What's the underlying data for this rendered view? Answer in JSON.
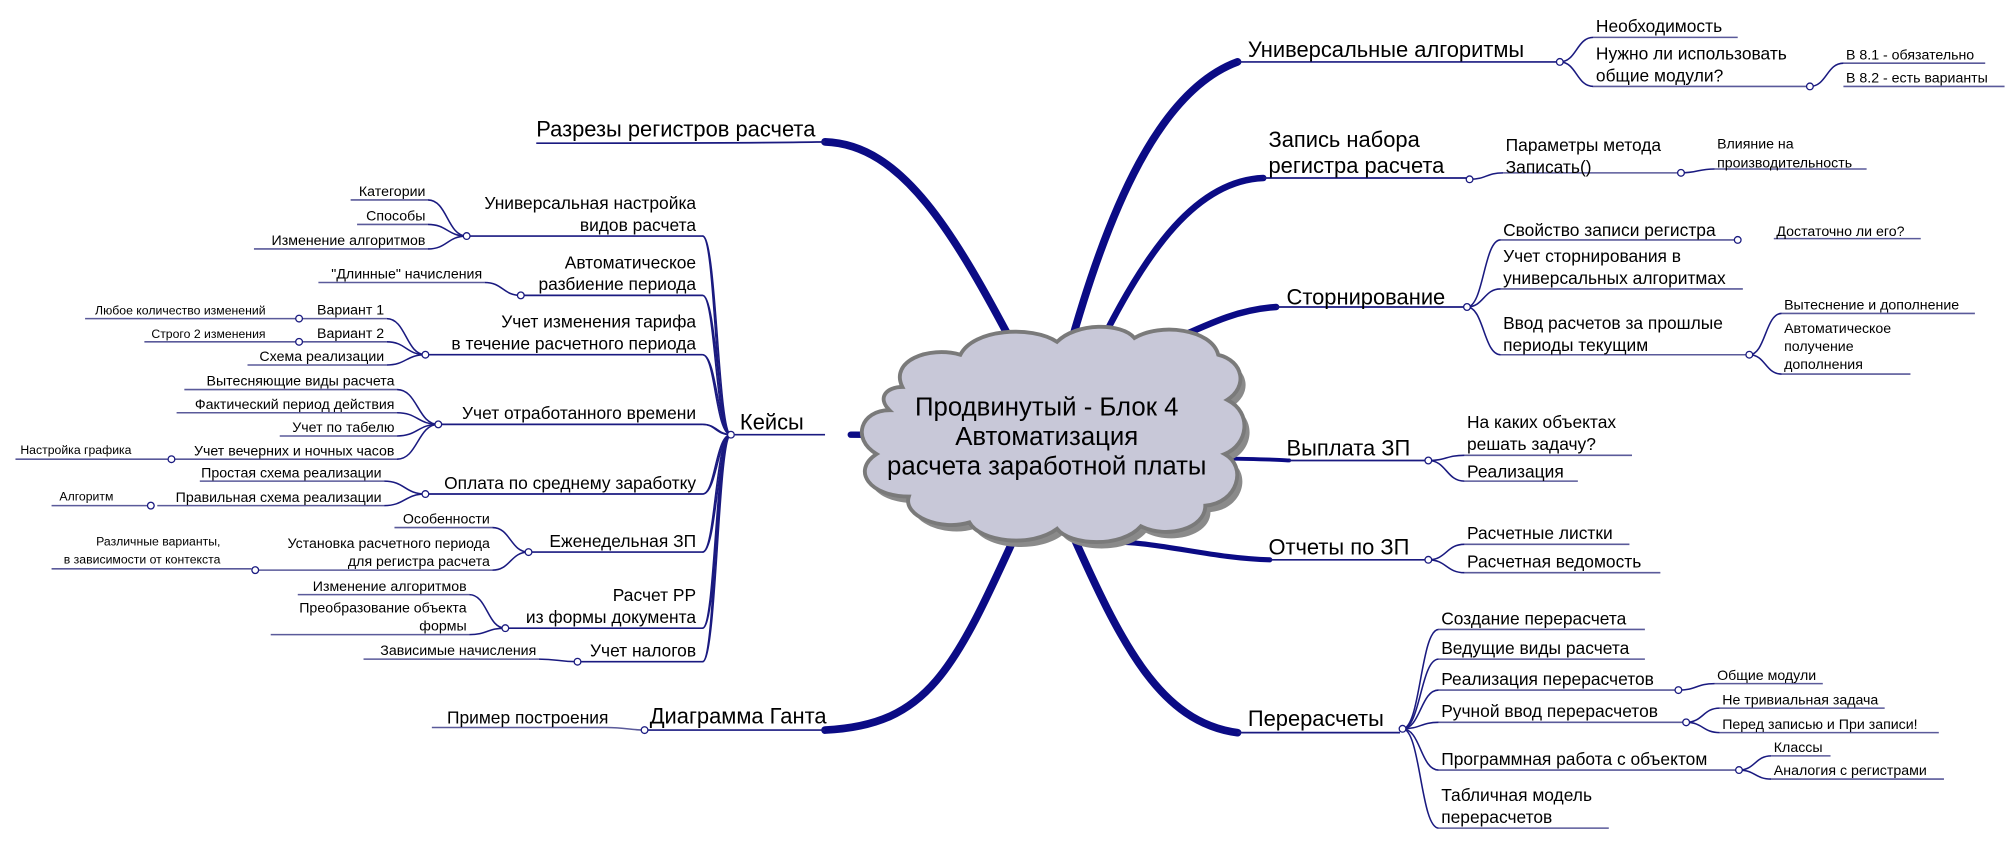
{
  "colors": {
    "branch": "#0b0b85",
    "cloud_fill": "#c8c8d8",
    "cloud_stroke": "#7a7a7a"
  },
  "center": {
    "lines": [
      "Продвинутый - Блок 4",
      "Автоматизация",
      "расчета заработной платы"
    ]
  },
  "left": {
    "razrezy": "Разрезы регистров расчета",
    "keisy": {
      "label": "Кейсы",
      "items": [
        {
          "label": [
            "Универсальная настройка",
            "видов расчета"
          ],
          "children": [
            "Категории",
            "Способы",
            "Изменение алгоритмов"
          ]
        },
        {
          "label": [
            "Автоматическое",
            "разбиение периода"
          ],
          "children": [
            "\"Длинные\" начисления"
          ]
        },
        {
          "label": [
            "Учет изменения тарифа",
            "в течение расчетного периода"
          ],
          "children": [
            "Вариант 1",
            "Вариант 2",
            "Схема реализации"
          ],
          "grand": [
            "Любое количество изменений",
            "Строго 2 изменения"
          ]
        },
        {
          "label": [
            "Учет отработанного времени"
          ],
          "children": [
            "Вытесняющие виды расчета",
            "Фактический период действия",
            "Учет по табелю",
            "Учет вечерних и ночных часов"
          ],
          "grand": [
            "Настройка графика"
          ]
        },
        {
          "label": [
            "Оплата по среднему заработку"
          ],
          "children": [
            "Простая схема реализации",
            "Правильная схема реализации"
          ],
          "grand": [
            "Алгоритм"
          ]
        },
        {
          "label": [
            "Еженедельная ЗП"
          ],
          "children": [
            "Особенности",
            "Установка расчетного периода|для регистра расчета"
          ],
          "grand": [
            "Различные варианты,|в зависимости от контекста"
          ]
        },
        {
          "label": [
            "Расчет РР",
            "из формы документа"
          ],
          "children": [
            "Изменение алгоритмов",
            "Преобразование объекта|формы"
          ]
        },
        {
          "label": [
            "Учет налогов"
          ],
          "children": [
            "Зависимые начисления"
          ]
        }
      ]
    },
    "gant": {
      "label": "Диаграмма Ганта",
      "children": [
        "Пример построения"
      ]
    }
  },
  "right": {
    "univ": {
      "label": "Универсальные алгоритмы",
      "children": [
        "Необходимость",
        "Нужно ли использовать|общие модули?"
      ],
      "grand": [
        "В 8.1 - обязательно",
        "В 8.2 - есть варианты"
      ]
    },
    "zapis": {
      "label": [
        "Запись набора",
        "регистра расчета"
      ],
      "children": [
        "Параметры метода|Записать()"
      ],
      "grand": [
        "Влияние на|производительность"
      ]
    },
    "storno": {
      "label": "Сторнирование",
      "children": [
        "Свойство записи регистра",
        "Учет сторнирования в|универсальных алгоритмах",
        "Ввод расчетов за прошлые|периоды текущим"
      ],
      "grand1": [
        "Достаточно ли его?"
      ],
      "grand3": [
        "Вытеснение и дополнение",
        "Автоматическое|получение|дополнения"
      ]
    },
    "vyplata": {
      "label": "Выплата ЗП",
      "children": [
        "На каких объектах|решать задачу?",
        "Реализация"
      ]
    },
    "otchety": {
      "label": "Отчеты по ЗП",
      "children": [
        "Расчетные листки",
        "Расчетная ведомость"
      ]
    },
    "pereraschety": {
      "label": "Перерасчеты",
      "children": [
        "Создание перерасчета",
        "Ведущие виды расчета",
        "Реализация перерасчетов",
        "Ручной ввод перерасчетов",
        "Программная работа с объектом",
        "Табличная модель|перерасчетов"
      ],
      "grand3": [
        "Общие модули"
      ],
      "grand4": [
        "Не тривиальная задача",
        "Перед записью и При записи!"
      ],
      "grand5": [
        "Классы",
        "Аналогия с регистрами"
      ]
    }
  }
}
